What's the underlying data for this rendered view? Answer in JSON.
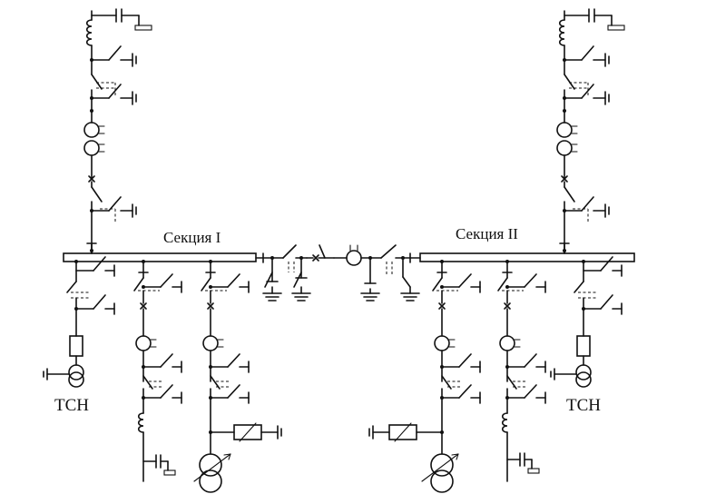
{
  "diagram": {
    "section_1_label": "Секция I",
    "section_2_label": "Секция II",
    "aux_transformer_left_label": "ТСН",
    "aux_transformer_right_label": "ТСН"
  }
}
